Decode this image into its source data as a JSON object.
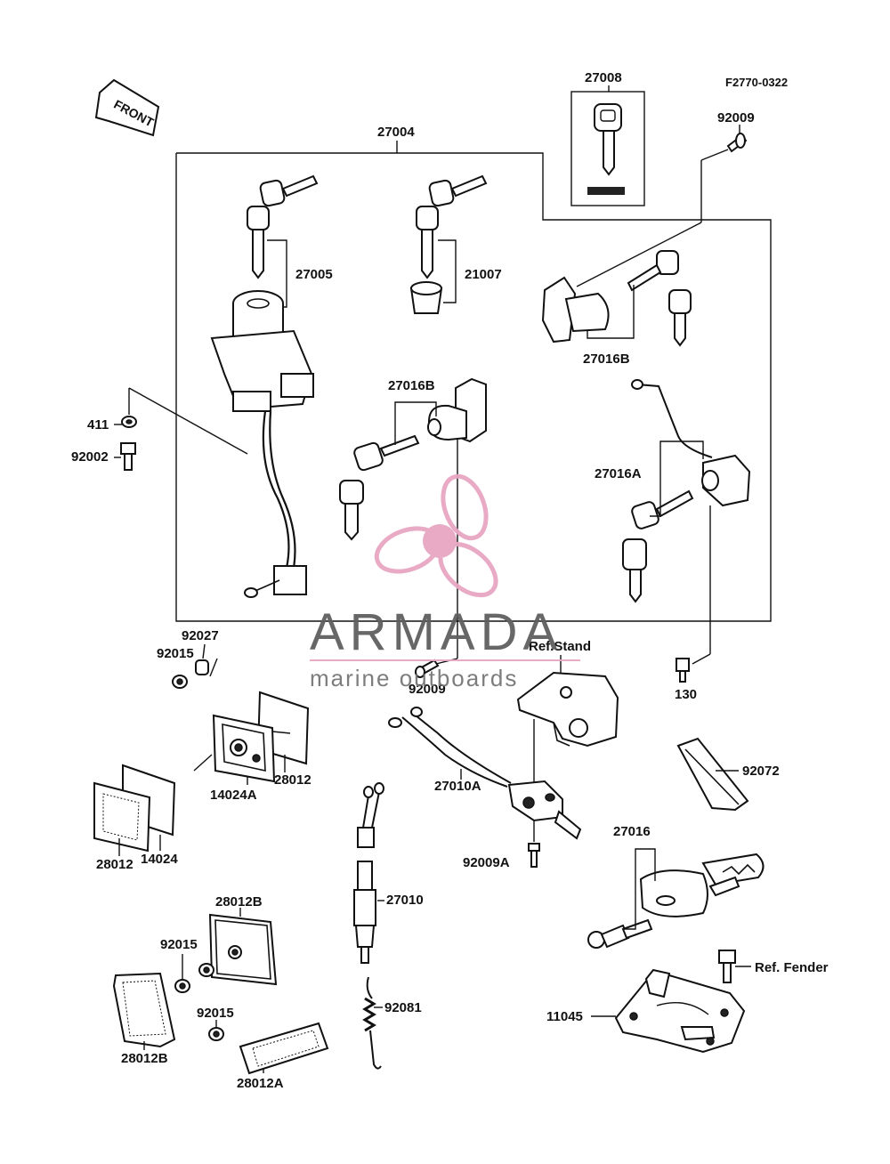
{
  "diagram_code": "F2770-0322",
  "front_label": "FRONT",
  "watermark": {
    "title": "ARMADA",
    "subtitle": "marine outboards",
    "color": "#e8a6c2"
  },
  "labels": {
    "p27004": "27004",
    "p27008": "27008",
    "p92009_top": "92009",
    "p27005": "27005",
    "p21007": "21007",
    "p27016B_top": "27016B",
    "p27016B_mid": "27016B",
    "p27016A": "27016A",
    "p411": "411",
    "p92002": "92002",
    "p92027": "92027",
    "p92015_a": "92015",
    "p92009_mid": "92009",
    "ref_stand": "Ref.Stand",
    "p130": "130",
    "p14024A": "14024A",
    "p28012_a": "28012",
    "p28012_b": "28012",
    "p14024": "14024",
    "p27010A": "27010A",
    "p92072": "92072",
    "p92009A": "92009A",
    "p27016": "27016",
    "p27010": "27010",
    "p28012B_top": "28012B",
    "p92015_b": "92015",
    "ref_fender": "Ref. Fender",
    "p92081": "92081",
    "p11045": "11045",
    "p92015_c": "92015",
    "p28012B_bot": "28012B",
    "p28012A": "28012A"
  }
}
